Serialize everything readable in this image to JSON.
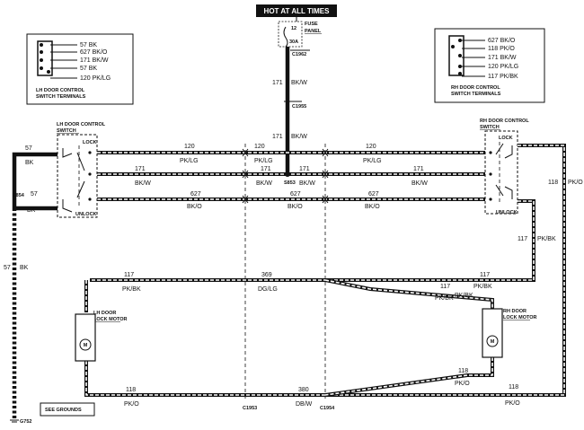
{
  "header": {
    "title": "HOT AT ALL TIMES"
  },
  "fuse": {
    "label_line1": "FUSE",
    "label_line2": "PANEL",
    "top_number": "12",
    "rating": "30A"
  },
  "connectors": {
    "c1962": "C1962",
    "c1955": "C1955",
    "s853": "S853",
    "s854": "S854",
    "c1953": "C1953",
    "c1954": "C1954",
    "g752": "G752"
  },
  "lh_terminals": {
    "pins": [
      "57 BK",
      "627 BK/O",
      "171 BK/W",
      "57 BK",
      "120 PK/LG"
    ],
    "caption_line1": "LH DOOR CONTROL",
    "caption_line2": "SWITCH TERMINALS"
  },
  "rh_terminals": {
    "pins": [
      "627 BK/O",
      "118 PK/O",
      "171 BK/W",
      "120 PK/LG",
      "117 PK/BK"
    ],
    "caption_line1": "RH DOOR CONTROL",
    "caption_line2": "SWITCH TERMINALS"
  },
  "lh_switch": {
    "title_line1": "LH DOOR CONTROL",
    "title_line2": "SWITCH",
    "lock": "LOCK",
    "unlock": "UNLOCK"
  },
  "rh_switch": {
    "title_line1": "RH DOOR CONTROL",
    "title_line2": "SWITCH",
    "lock": "LOCK",
    "unlock": "UNLOCK"
  },
  "lh_motor": {
    "title_line1": "LH DOOR",
    "title_line2": "LOCK MOTOR",
    "symbol": "M"
  },
  "rh_motor": {
    "title_line1": "RH DOOR",
    "title_line2": "LOCK MOTOR",
    "symbol": "M"
  },
  "ground_note": "SEE GROUNDS",
  "wire_labels": {
    "w171_fuse_num": "171",
    "w171_fuse_color": "BK/W",
    "w171_splice_num": "171",
    "w171_splice_color": "BK/W",
    "w57_top_num": "57",
    "w57_top_color": "BK",
    "w57_bot_num": "57",
    "w57_bot_color": "BK",
    "w57_left_num": "57",
    "w57_left_color": "BK",
    "w120_a_num": "120",
    "w120_a_color": "PK/LG",
    "w120_b_num": "120",
    "w120_b_color": "PK/LG",
    "w120_c_num": "120",
    "w120_c_color": "PK/LG",
    "w171_a_num": "171",
    "w171_a_color": "BK/W",
    "w171_b_num": "171",
    "w171_b_color": "BK/W",
    "w171_c_num": "171",
    "w171_d_num": "171",
    "w171_d_color": "BK/W",
    "w171_e_color": "BK/W",
    "w627_a_num": "627",
    "w627_a_color": "BK/O",
    "w627_b_num": "627",
    "w627_b_color": "BK/O",
    "w627_c_num": "627",
    "w627_c_color": "BK/O",
    "w117_a_num": "117",
    "w117_a_color": "PK/BK",
    "w369_num": "369",
    "w369_color": "DG/LG",
    "w117_b_num": "117",
    "w117_b_color": "PK/BK",
    "w117_c_num": "117",
    "w117_c_color": "PK/BK",
    "w117_d_color": "PK/BK",
    "w117_e_num": "117",
    "w117_e_color": "PK/BK",
    "w118_a_num": "118",
    "w118_a_color": "PK/O",
    "w118_b_num": "118",
    "w118_b_color": "PK/O",
    "w380_num": "380",
    "w380_color": "DB/W",
    "w118_c_num": "118",
    "w118_c_color": "PK/O",
    "w118_d_num": "118",
    "w118_d_color": "PK/O"
  }
}
